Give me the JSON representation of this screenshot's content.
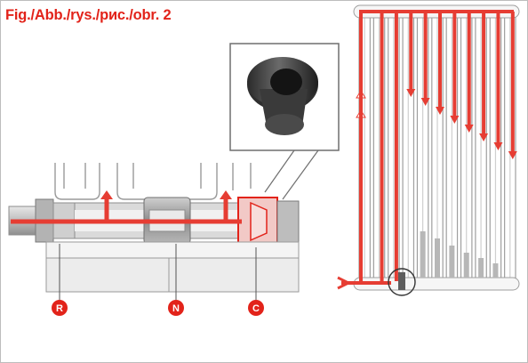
{
  "figure": {
    "title": "Fig./Abb./rys./рис./obr. 2"
  },
  "labels": {
    "r": "R",
    "n": "N",
    "c": "C"
  },
  "colors": {
    "accent": "#e2231a",
    "flow": "#e63d33",
    "metal": "#9a9a9a",
    "dark_metal": "#5e5e5e",
    "line": "#8c8c8c"
  },
  "icons": {
    "seal": "flanged-gasket-icon",
    "callout": "magnifier-callout"
  }
}
